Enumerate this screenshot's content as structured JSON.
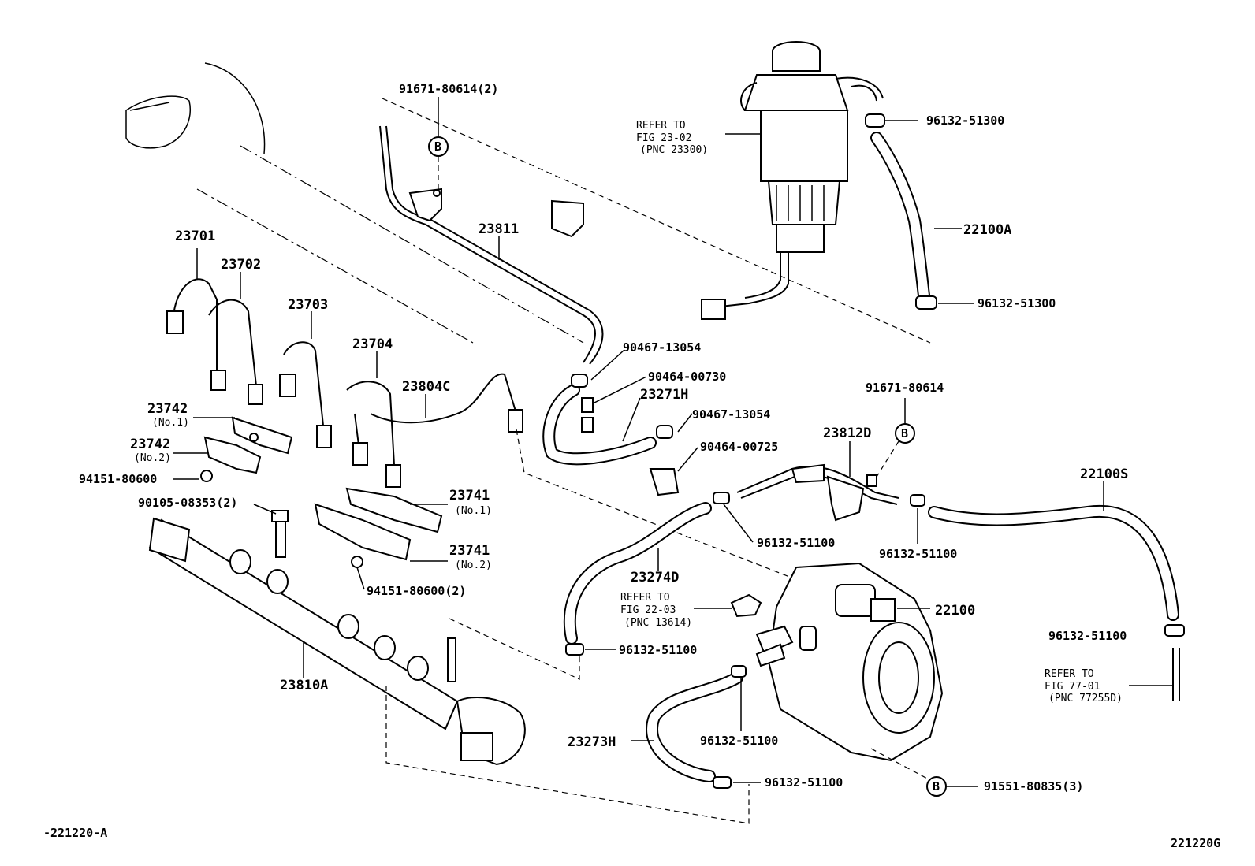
{
  "labels": {
    "p91671_80614_2": "91671-80614(2)",
    "p96132_51300_top": "96132-51300",
    "p22100A": "22100A",
    "p96132_51300_b": "96132-51300",
    "p23811": "23811",
    "p23701": "23701",
    "p23702": "23702",
    "p23703": "23703",
    "p23704": "23704",
    "p23804C": "23804C",
    "p23742_a": "23742",
    "no1_a": "(No.1)",
    "p23742_b": "23742",
    "no2_a": "(No.2)",
    "p94151_80600": "94151-80600",
    "p90105_08353": "90105-08353(2)",
    "p23741_a": "23741",
    "no1_b": "(No.1)",
    "p23741_b": "23741",
    "no2_b": "(No.2)",
    "p94151_80600_2": "94151-80600(2)",
    "p23810A": "23810A",
    "p90467_13054_a": "90467-13054",
    "p90464_00730": "90464-00730",
    "p23271H": "23271H",
    "p90467_13054_b": "90467-13054",
    "p90464_00725": "90464-00725",
    "p91671_80614": "91671-80614",
    "p23812D": "23812D",
    "p22100S": "22100S",
    "p96132_51100_a": "96132-51100",
    "p96132_51100_b": "96132-51100",
    "p23274D": "23274D",
    "p22100": "22100",
    "p96132_51100_c": "96132-51100",
    "p96132_51100_d": "96132-51100",
    "p96132_51100_e": "96132-51100",
    "p96132_51100_f": "96132-51100",
    "p23273H": "23273H",
    "p91551_80835": "91551-80835(3)",
    "b_circle": "B"
  },
  "refs": {
    "r1": [
      "REFER TO",
      "FIG 23-02",
      "(PNC 23300)"
    ],
    "r2": [
      "REFER TO",
      "FIG 22-03",
      "(PNC 13614)"
    ],
    "r3": [
      "REFER TO",
      "FIG 77-01",
      "(PNC 77255D)"
    ]
  },
  "footer": {
    "left": "-221220-A",
    "right": "221220G"
  }
}
